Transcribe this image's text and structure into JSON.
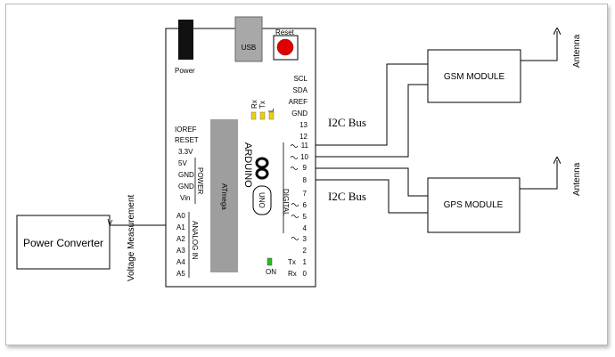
{
  "power_converter": {
    "label": "Power Converter"
  },
  "voltage_measurement": {
    "label": "Voltage Measurement"
  },
  "arduino": {
    "power_jack_label": "Power",
    "usb_label": "USB",
    "reset_label": "Reset",
    "brand": "ARDUINO",
    "model": "UNO",
    "chip_label": "ATmega",
    "on_label": "ON",
    "led_labels": [
      "Rx",
      "Tx",
      "L"
    ],
    "power_pins": [
      "IOREF",
      "RESET",
      "3.3V",
      "5V",
      "GND",
      "GND",
      "Vin"
    ],
    "power_group_label": "POWER",
    "analog_pins": [
      "A0",
      "A1",
      "A2",
      "A3",
      "A4",
      "A5"
    ],
    "analog_group_label": "ANALOG IN",
    "right_top_pins": [
      "SCL",
      "SDA",
      "AREF",
      "GND",
      "13",
      "12",
      "11",
      "10",
      "9",
      "8"
    ],
    "right_bottom_pins": [
      "7",
      "6",
      "5",
      "4",
      "3",
      "2",
      "1",
      "0"
    ],
    "tx_rx_labels": [
      "Tx",
      "Rx"
    ],
    "digital_group_label": "DIGITAL"
  },
  "buses": {
    "top": "I2C Bus",
    "bottom": "I2C Bus"
  },
  "modules": {
    "gsm": "GSM MODULE",
    "gps": "GPS MODULE"
  },
  "antennas": {
    "top": "Antenna",
    "bottom": "Antenna"
  }
}
